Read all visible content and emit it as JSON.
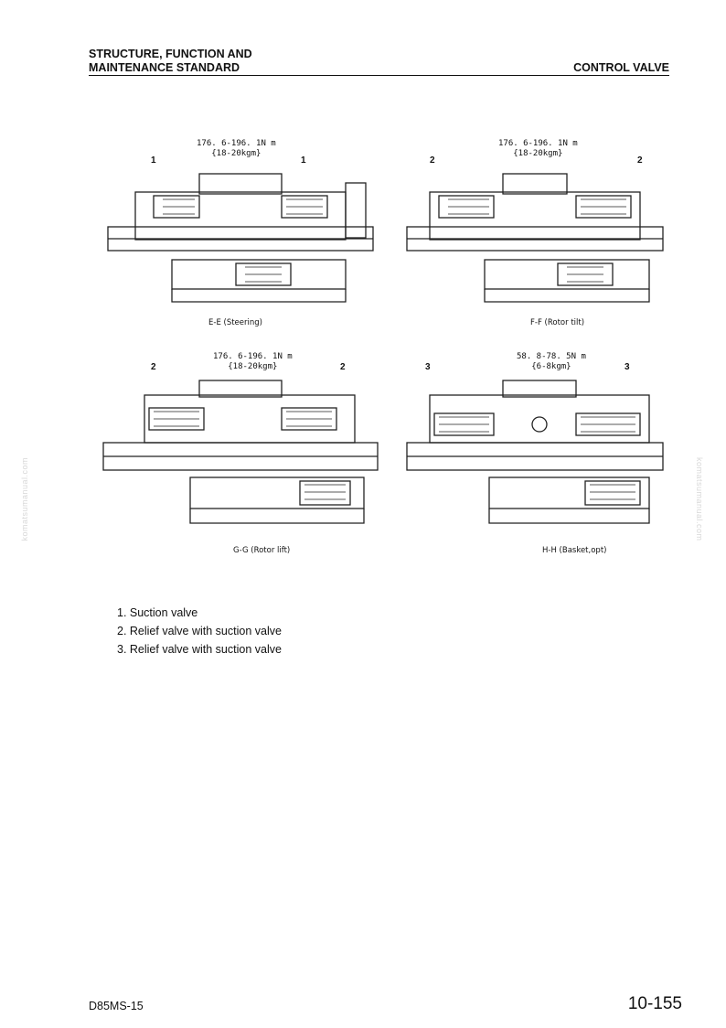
{
  "header": {
    "line1": "STRUCTURE, FUNCTION AND",
    "line2": "MAINTENANCE STANDARD",
    "section": "CONTROL VALVE"
  },
  "diagrams": [
    {
      "torque_nm": "176. 6-196. 1N m",
      "torque_kgm": "{18-20kgm}",
      "callout": "1",
      "caption": "E-E (Steering)"
    },
    {
      "torque_nm": "176. 6-196. 1N m",
      "torque_kgm": "{18-20kgm}",
      "callout": "2",
      "caption": "F-F (Rotor tilt)"
    },
    {
      "torque_nm": "176. 6-196. 1N m",
      "torque_kgm": "{18-20kgm}",
      "callout": "2",
      "caption": "G-G (Rotor lift)"
    },
    {
      "torque_nm": "58. 8-78. 5N m",
      "torque_kgm": "{6-8kgm}",
      "callout": "3",
      "caption": "H-H (Basket,opt)"
    }
  ],
  "legend": [
    "1. Suction valve",
    "2. Relief valve with suction valve",
    "3. Relief valve with suction valve"
  ],
  "watermark": "komatsumanual.com",
  "footer": {
    "model": "D85MS-15",
    "page": "10-155"
  }
}
